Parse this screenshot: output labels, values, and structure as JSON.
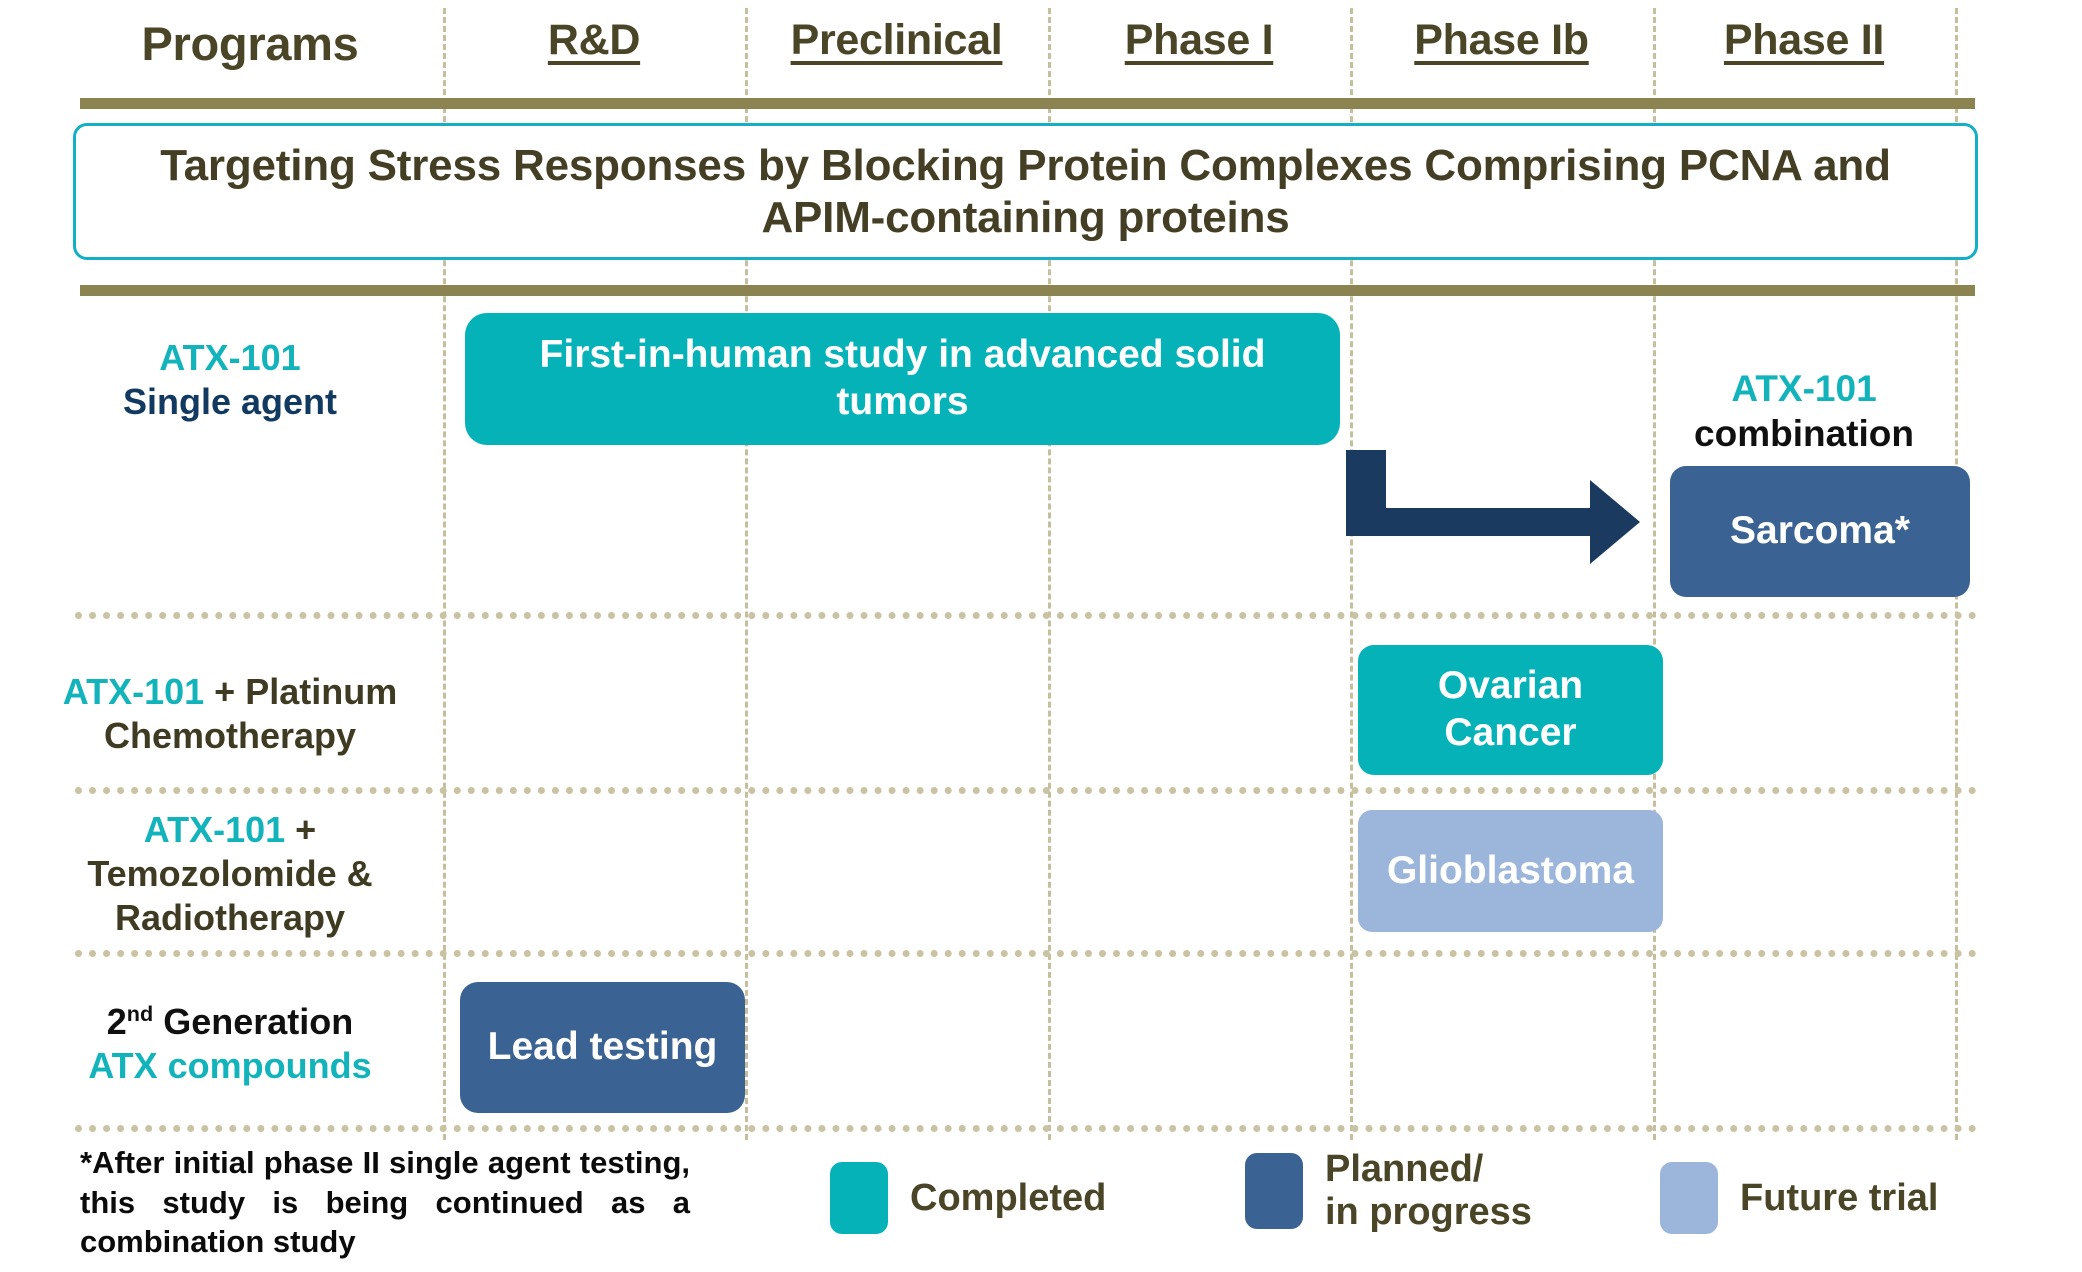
{
  "header": {
    "columns": [
      {
        "label": "Programs",
        "underlined": false
      },
      {
        "label": "R&D",
        "underlined": true
      },
      {
        "label": "Preclinical",
        "underlined": true
      },
      {
        "label": "Phase I",
        "underlined": true
      },
      {
        "label": "Phase Ib",
        "underlined": true
      },
      {
        "label": "Phase II",
        "underlined": true
      }
    ]
  },
  "title": {
    "text": "Targeting Stress Responses by Blocking Protein Complexes Comprising PCNA and APIM-containing proteins"
  },
  "rows": [
    {
      "program_line1": "ATX-101",
      "program_line2": "Single agent",
      "bar_label": "First-in-human study in advanced solid tumors",
      "bar_status": "Completed",
      "callout_line1": "ATX-101",
      "callout_line2": "combination",
      "callout_box_label": "Sarcoma*",
      "callout_box_status": "Planned/in progress"
    },
    {
      "program_line1": "ATX-101",
      "program_line2": " + Platinum",
      "program_line3": "Chemotherapy",
      "bar_label": "Ovarian Cancer",
      "bar_status": "Completed"
    },
    {
      "program_line1": "ATX-101",
      "program_line2": " +",
      "program_line3": "Temozolomide &",
      "program_line4": "Radiotherapy",
      "bar_label": "Glioblastoma",
      "bar_status": "Future trial"
    },
    {
      "program_line1": "2",
      "program_sup": "nd",
      "program_line2": " Generation",
      "program_line3": "ATX compounds",
      "bar_label": "Lead testing",
      "bar_status": "Planned/in progress"
    }
  ],
  "footnote": {
    "text": "*After initial phase II single agent testing, this study is being continued as a combination study"
  },
  "legend": {
    "items": [
      {
        "label": "Completed",
        "color": "#05B2B8"
      },
      {
        "label": "Planned/\nin progress",
        "color": "#3A6293"
      },
      {
        "label": "Future trial",
        "color": "#9CB6DB"
      }
    ]
  },
  "colors": {
    "completed": "#05B2B8",
    "planned": "#3A6293",
    "future": "#9CB6DB",
    "arrow": "#1A3A5F",
    "rule": "#8C8450",
    "grid": "#C6BE9C",
    "title_border": "#13AFC4",
    "header_text": "#494526",
    "teal_text": "#12B3BB"
  }
}
